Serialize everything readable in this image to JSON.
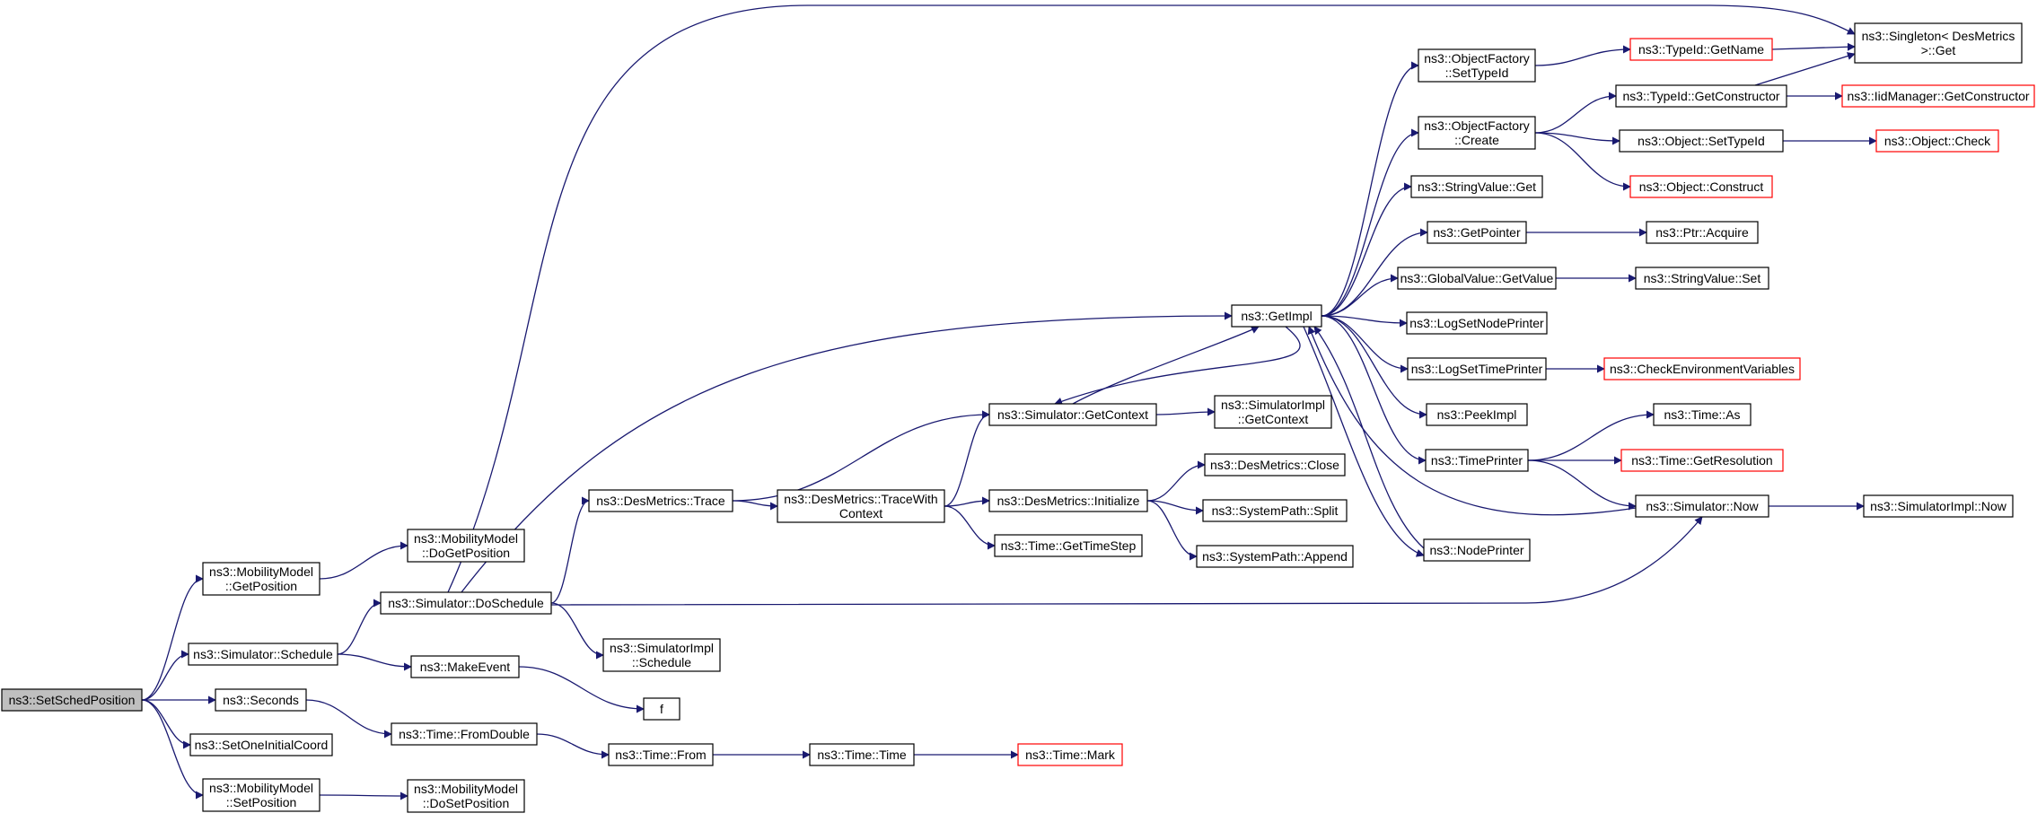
{
  "graph": {
    "colors": {
      "edge": "#191970",
      "node_border": "#000000",
      "node_border_external": "#ff0000",
      "root_fill": "#bfbfbf",
      "node_fill": "#ffffff"
    },
    "nodes": [
      {
        "id": "setSchedPosition",
        "lines": [
          "ns3::SetSchedPosition"
        ],
        "root": true
      },
      {
        "id": "mmGetPosition",
        "lines": [
          "ns3::MobilityModel",
          "::GetPosition"
        ]
      },
      {
        "id": "simSchedule",
        "lines": [
          "ns3::Simulator::Schedule"
        ]
      },
      {
        "id": "seconds",
        "lines": [
          "ns3::Seconds"
        ]
      },
      {
        "id": "setOneInitialCoord",
        "lines": [
          "ns3::SetOneInitialCoord"
        ]
      },
      {
        "id": "mmSetPosition",
        "lines": [
          "ns3::MobilityModel",
          "::SetPosition"
        ]
      },
      {
        "id": "mmDoGetPosition",
        "lines": [
          "ns3::MobilityModel",
          "::DoGetPosition"
        ]
      },
      {
        "id": "simDoSchedule",
        "lines": [
          "ns3::Simulator::DoSchedule"
        ]
      },
      {
        "id": "makeEvent",
        "lines": [
          "ns3::MakeEvent"
        ]
      },
      {
        "id": "timeFromDouble",
        "lines": [
          "ns3::Time::FromDouble"
        ]
      },
      {
        "id": "mmDoSetPosition",
        "lines": [
          "ns3::MobilityModel",
          "::DoSetPosition"
        ]
      },
      {
        "id": "desTrace",
        "lines": [
          "ns3::DesMetrics::Trace"
        ]
      },
      {
        "id": "simImplSchedule",
        "lines": [
          "ns3::SimulatorImpl",
          "::Schedule"
        ]
      },
      {
        "id": "f",
        "lines": [
          "f"
        ]
      },
      {
        "id": "timeFrom",
        "lines": [
          "ns3::Time::From"
        ]
      },
      {
        "id": "simGetContext",
        "lines": [
          "ns3::Simulator::GetContext"
        ]
      },
      {
        "id": "desTraceWithContext",
        "lines": [
          "ns3::DesMetrics::TraceWith",
          "Context"
        ]
      },
      {
        "id": "timeTime",
        "lines": [
          "ns3::Time::Time"
        ]
      },
      {
        "id": "desInitialize",
        "lines": [
          "ns3::DesMetrics::Initialize"
        ]
      },
      {
        "id": "timeGetTimeStep",
        "lines": [
          "ns3::Time::GetTimeStep"
        ]
      },
      {
        "id": "timeMark",
        "lines": [
          "ns3::Time::Mark"
        ],
        "external": true
      },
      {
        "id": "getImpl",
        "lines": [
          "ns3::GetImpl"
        ]
      },
      {
        "id": "simImplGetContext",
        "lines": [
          "ns3::SimulatorImpl",
          "::GetContext"
        ]
      },
      {
        "id": "desClose",
        "lines": [
          "ns3::DesMetrics::Close"
        ]
      },
      {
        "id": "sysSplit",
        "lines": [
          "ns3::SystemPath::Split"
        ]
      },
      {
        "id": "sysAppend",
        "lines": [
          "ns3::SystemPath::Append"
        ]
      },
      {
        "id": "ofSetTypeId",
        "lines": [
          "ns3::ObjectFactory",
          "::SetTypeId"
        ]
      },
      {
        "id": "ofCreate",
        "lines": [
          "ns3::ObjectFactory",
          "::Create"
        ]
      },
      {
        "id": "svGet",
        "lines": [
          "ns3::StringValue::Get"
        ]
      },
      {
        "id": "getPointer",
        "lines": [
          "ns3::GetPointer"
        ]
      },
      {
        "id": "gvGetValue",
        "lines": [
          "ns3::GlobalValue::GetValue"
        ]
      },
      {
        "id": "logSetNodePrinter",
        "lines": [
          "ns3::LogSetNodePrinter"
        ]
      },
      {
        "id": "logSetTimePrinter",
        "lines": [
          "ns3::LogSetTimePrinter"
        ]
      },
      {
        "id": "peekImpl",
        "lines": [
          "ns3::PeekImpl"
        ]
      },
      {
        "id": "timePrinter",
        "lines": [
          "ns3::TimePrinter"
        ]
      },
      {
        "id": "nodePrinter",
        "lines": [
          "ns3::NodePrinter"
        ]
      },
      {
        "id": "typeIdGetName",
        "lines": [
          "ns3::TypeId::GetName"
        ],
        "external": true
      },
      {
        "id": "typeIdGetConstructor",
        "lines": [
          "ns3::TypeId::GetConstructor"
        ]
      },
      {
        "id": "objSetTypeId",
        "lines": [
          "ns3::Object::SetTypeId"
        ]
      },
      {
        "id": "objConstruct",
        "lines": [
          "ns3::Object::Construct"
        ],
        "external": true
      },
      {
        "id": "ptrAcquire",
        "lines": [
          "ns3::Ptr::Acquire"
        ]
      },
      {
        "id": "svSet",
        "lines": [
          "ns3::StringValue::Set"
        ]
      },
      {
        "id": "checkEnvVars",
        "lines": [
          "ns3::CheckEnvironmentVariables"
        ],
        "external": true
      },
      {
        "id": "timeAs",
        "lines": [
          "ns3::Time::As"
        ]
      },
      {
        "id": "timeGetResolution",
        "lines": [
          "ns3::Time::GetResolution"
        ],
        "external": true
      },
      {
        "id": "simNow",
        "lines": [
          "ns3::Simulator::Now"
        ]
      },
      {
        "id": "singletonGet",
        "lines": [
          "ns3::Singleton< DesMetrics",
          " >::Get"
        ]
      },
      {
        "id": "iidGetConstructor",
        "lines": [
          "ns3::IidManager::GetConstructor"
        ],
        "external": true
      },
      {
        "id": "objCheck",
        "lines": [
          "ns3::Object::Check"
        ],
        "external": true
      },
      {
        "id": "simImplNow",
        "lines": [
          "ns3::SimulatorImpl::Now"
        ]
      }
    ],
    "edges": [
      [
        "setSchedPosition",
        "mmGetPosition"
      ],
      [
        "setSchedPosition",
        "simSchedule"
      ],
      [
        "setSchedPosition",
        "seconds"
      ],
      [
        "setSchedPosition",
        "setOneInitialCoord"
      ],
      [
        "setSchedPosition",
        "mmSetPosition"
      ],
      [
        "mmGetPosition",
        "mmDoGetPosition"
      ],
      [
        "simSchedule",
        "simDoSchedule"
      ],
      [
        "simSchedule",
        "makeEvent"
      ],
      [
        "seconds",
        "timeFromDouble"
      ],
      [
        "mmSetPosition",
        "mmDoSetPosition"
      ],
      [
        "simDoSchedule",
        "desTrace"
      ],
      [
        "simDoSchedule",
        "simImplSchedule"
      ],
      [
        "simDoSchedule",
        "getImpl"
      ],
      [
        "simDoSchedule",
        "singletonGet"
      ],
      [
        "simDoSchedule",
        "simNow"
      ],
      [
        "makeEvent",
        "f"
      ],
      [
        "timeFromDouble",
        "timeFrom"
      ],
      [
        "timeFrom",
        "timeTime"
      ],
      [
        "timeTime",
        "timeMark"
      ],
      [
        "desTrace",
        "desTraceWithContext"
      ],
      [
        "desTrace",
        "simGetContext"
      ],
      [
        "desTraceWithContext",
        "simGetContext"
      ],
      [
        "desTraceWithContext",
        "desInitialize"
      ],
      [
        "desTraceWithContext",
        "timeGetTimeStep"
      ],
      [
        "desInitialize",
        "desClose"
      ],
      [
        "desInitialize",
        "sysSplit"
      ],
      [
        "desInitialize",
        "sysAppend"
      ],
      [
        "simGetContext",
        "getImpl"
      ],
      [
        "simGetContext",
        "simImplGetContext"
      ],
      [
        "getImpl",
        "simGetContext"
      ],
      [
        "getImpl",
        "ofSetTypeId"
      ],
      [
        "getImpl",
        "ofCreate"
      ],
      [
        "getImpl",
        "svGet"
      ],
      [
        "getImpl",
        "getPointer"
      ],
      [
        "getImpl",
        "gvGetValue"
      ],
      [
        "getImpl",
        "logSetNodePrinter"
      ],
      [
        "getImpl",
        "logSetTimePrinter"
      ],
      [
        "getImpl",
        "peekImpl"
      ],
      [
        "getImpl",
        "timePrinter"
      ],
      [
        "getImpl",
        "nodePrinter"
      ],
      [
        "ofSetTypeId",
        "typeIdGetName"
      ],
      [
        "typeIdGetName",
        "singletonGet"
      ],
      [
        "ofCreate",
        "typeIdGetConstructor"
      ],
      [
        "ofCreate",
        "objSetTypeId"
      ],
      [
        "ofCreate",
        "objConstruct"
      ],
      [
        "typeIdGetConstructor",
        "singletonGet"
      ],
      [
        "typeIdGetConstructor",
        "iidGetConstructor"
      ],
      [
        "objSetTypeId",
        "objCheck"
      ],
      [
        "getPointer",
        "ptrAcquire"
      ],
      [
        "gvGetValue",
        "svSet"
      ],
      [
        "logSetTimePrinter",
        "checkEnvVars"
      ],
      [
        "timePrinter",
        "timeAs"
      ],
      [
        "timePrinter",
        "timeGetResolution"
      ],
      [
        "timePrinter",
        "simNow"
      ],
      [
        "simNow",
        "simImplNow"
      ],
      [
        "simNow",
        "getImpl"
      ],
      [
        "nodePrinter",
        "getImpl"
      ]
    ]
  }
}
